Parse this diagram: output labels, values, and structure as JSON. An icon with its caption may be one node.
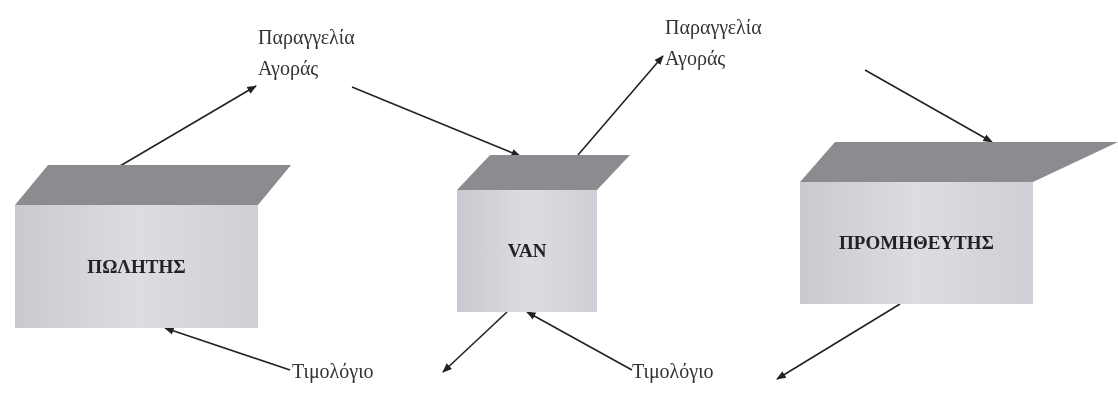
{
  "diagram": {
    "nodes": [
      {
        "text": [
          "ΠΩΛΗΤΗΣ"
        ]
      },
      {
        "text": [
          "VAN"
        ]
      },
      {
        "text": [
          "ΠΡΟΜΗΘΕΥΤΗΣ"
        ]
      },
      {
        "text": [
          "Παραγγελία Αγοράς"
        ]
      },
      {
        "text": [
          "Παραγγελία Αγοράς"
        ]
      },
      {
        "text": [
          "Τιμολόγιο"
        ]
      },
      {
        "text": [
          "Τιμολόγιο"
        ]
      }
    ],
    "edges": [
      {
        "from": 0,
        "to": 3,
        "arrow": "to"
      },
      {
        "from": 3,
        "to": 1,
        "arrow": "to"
      },
      {
        "from": 1,
        "to": 4,
        "arrow": "to"
      },
      {
        "from": null,
        "to": 2,
        "arrow": "to"
      },
      {
        "from": 2,
        "to": 6,
        "arrow": "to"
      },
      {
        "from": 6,
        "to": 1,
        "arrow": "to"
      },
      {
        "from": 1,
        "to": 5,
        "arrow": "to"
      },
      {
        "from": 5,
        "to": 0,
        "arrow": "to"
      }
    ]
  }
}
